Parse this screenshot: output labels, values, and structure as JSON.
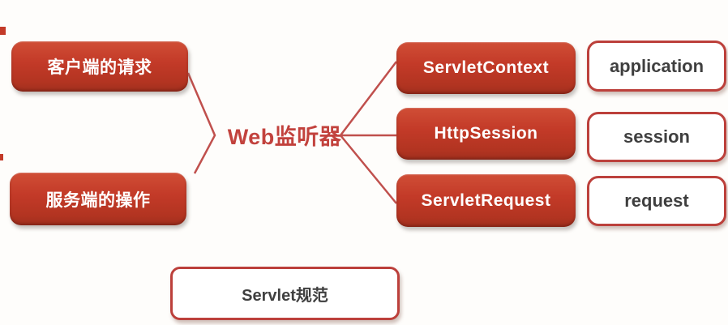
{
  "theme": {
    "background": "#fefdfb",
    "node_red": "#c33a28",
    "node_red_light": "#d04e36",
    "node_red_dark": "#a02f1e",
    "line_red": "#c0504d",
    "border_red": "#bc403b",
    "text_dark": "#3f3f3f",
    "text_light": "#ffffff",
    "accent_text": "#c2423d"
  },
  "diagram": {
    "center_label": "Web监听器",
    "sources": [
      {
        "label": "客户端的请求"
      },
      {
        "label": "服务端的操作"
      }
    ],
    "listener_targets": [
      {
        "label": "ServletContext"
      },
      {
        "label": "HttpSession"
      },
      {
        "label": "ServletRequest"
      }
    ],
    "scopes": [
      {
        "label": "application"
      },
      {
        "label": "session"
      },
      {
        "label": "request"
      }
    ],
    "spec_label": "Servlet规范"
  }
}
